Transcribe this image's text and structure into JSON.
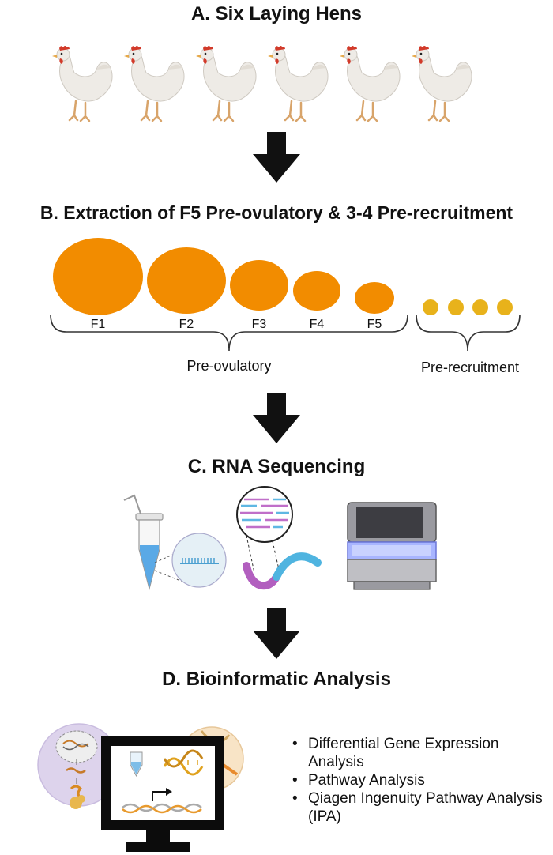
{
  "sections": {
    "a": {
      "title": "A. Six Laying Hens",
      "hen_count": 6
    },
    "b": {
      "title": "B. Extraction of F5 Pre-ovulatory & 3-4 Pre-recruitment",
      "follicles": [
        "F1",
        "F2",
        "F3",
        "F4",
        "F5"
      ],
      "preovulatory_label": "Pre-ovulatory",
      "prerecruitment_label": "Pre-recruitment",
      "prerecruitment_count": 4
    },
    "c": {
      "title": "C. RNA Sequencing"
    },
    "d": {
      "title": "D. Bioinformatic Analysis",
      "analyses": [
        "Differential Gene Expression Analysis",
        "Pathway Analysis",
        "Qiagen Ingenuity Pathway Analysis (IPA)"
      ]
    }
  },
  "colors": {
    "follicle_orange": "#F28C00",
    "prerecruitment_yellow": "#E8B21B",
    "arrow": "#111111",
    "hen_body": "#EEEBE6",
    "comb_red": "#D23A2A",
    "rna_purple": "#B25FBF",
    "rna_blue": "#4FB4E0"
  },
  "icons": [
    "hen-icon",
    "down-arrow-icon",
    "microtube-icon",
    "rna-strand-icon",
    "sequencer-icon",
    "computer-monitor-icon",
    "dna-icon"
  ]
}
